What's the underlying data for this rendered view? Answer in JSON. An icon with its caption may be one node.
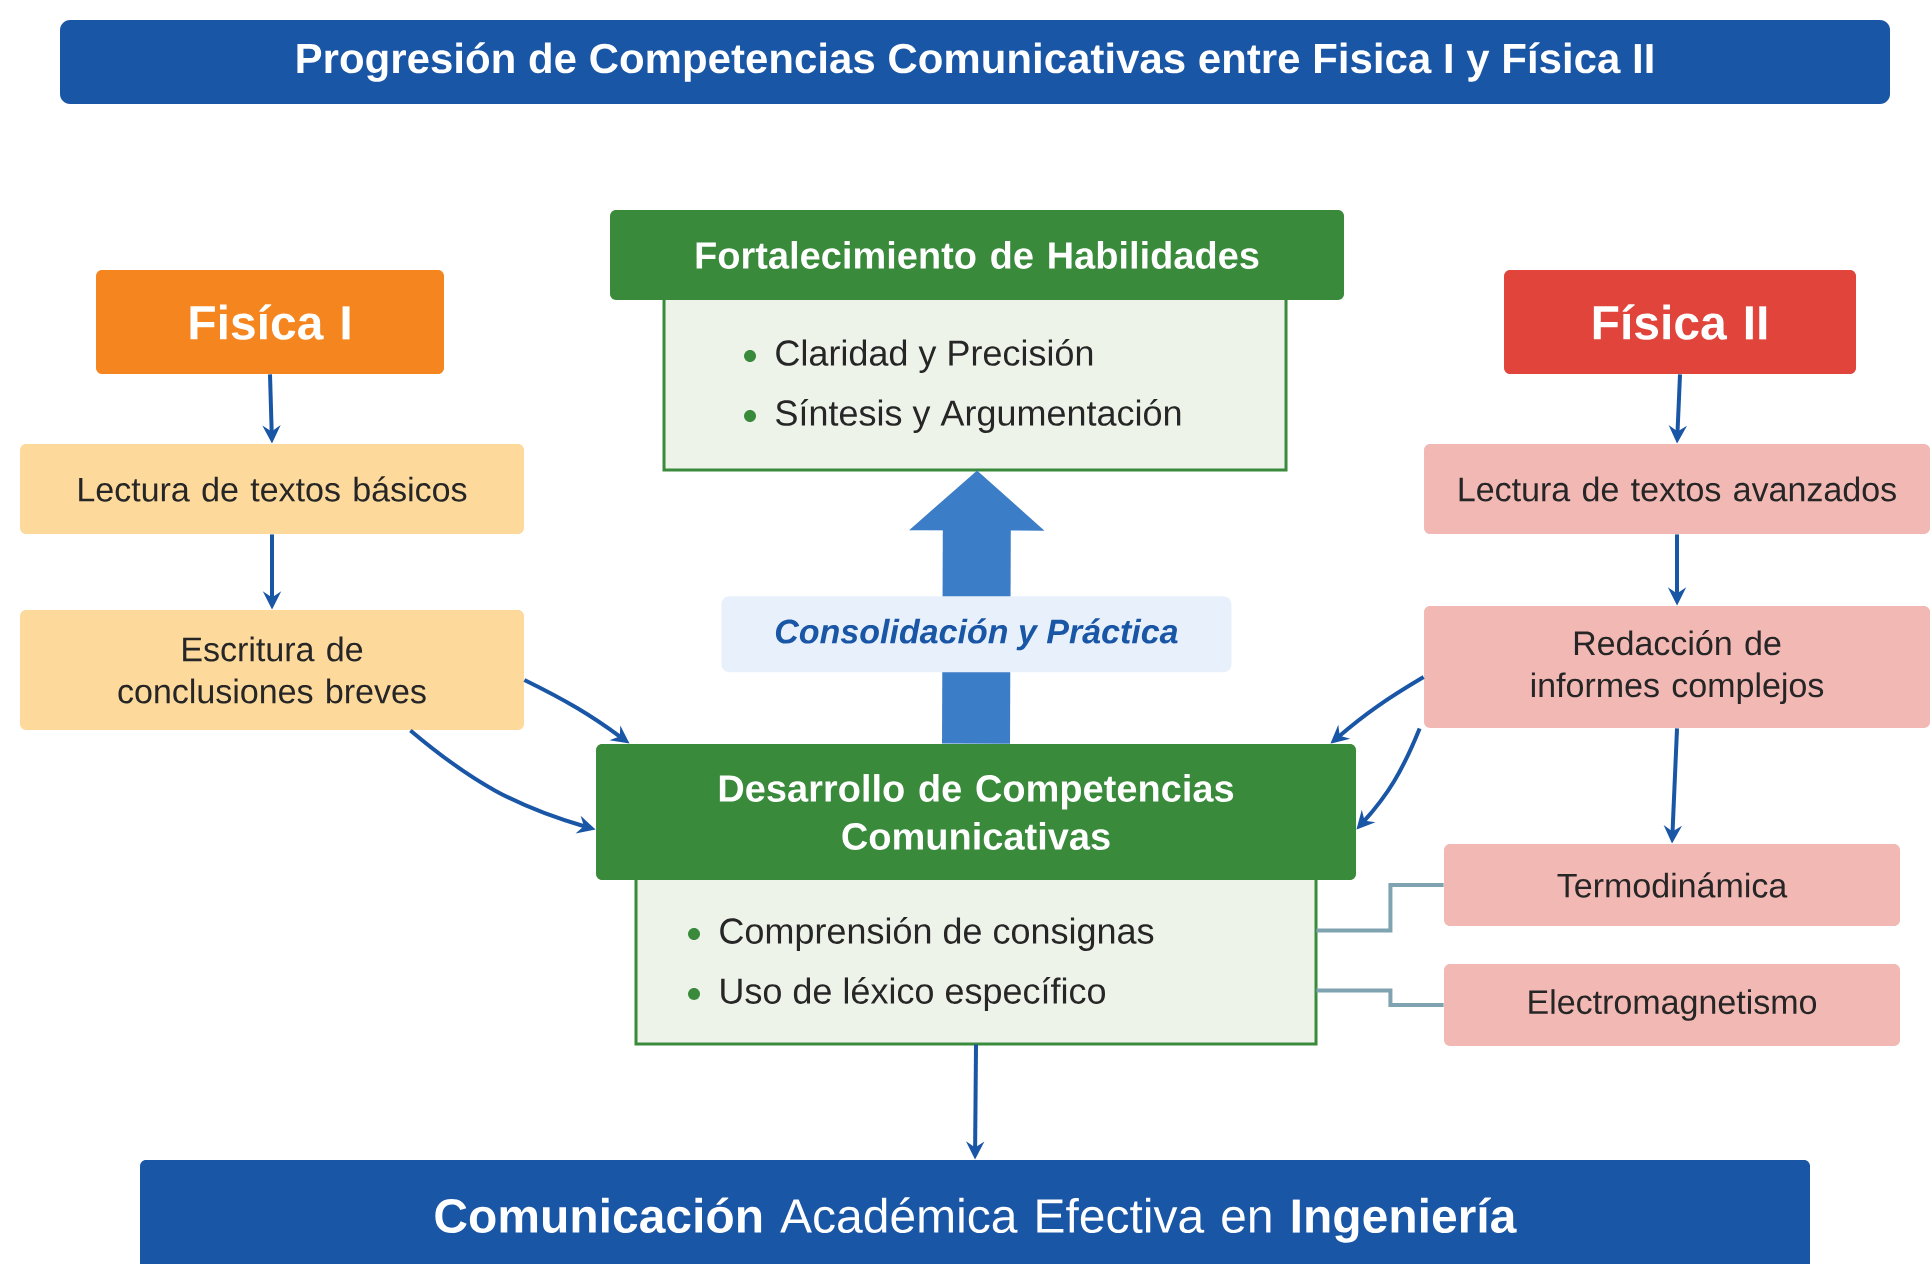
{
  "diagram": {
    "title": "Progresión de Competencias Comunicativas entre Fisica I y Física II",
    "nodes": [
      {
        "text": [
          "Fisíca I"
        ]
      },
      {
        "text": [
          "Lectura de textos básicos"
        ]
      },
      {
        "text": [
          "Escritura de conclusiones breves"
        ]
      },
      {
        "text": [
          "Fortalecimiento de Habilidades",
          "Claridad y Precisión",
          "Síntesis y Argumentación"
        ]
      },
      {
        "text": [
          "Física II"
        ]
      },
      {
        "text": [
          "Lectura de textos avanzados"
        ]
      },
      {
        "text": [
          "Redacción de informes complejos"
        ]
      },
      {
        "text": [
          "Desarrollo de Competencias Comunicativas",
          "Comprensión de consignas",
          "Uso de léxico específico"
        ]
      },
      {
        "text": [
          "Termodinámica"
        ]
      },
      {
        "text": [
          "Electromagnetismo"
        ]
      },
      {
        "text": [
          "**Comunicación** Académica Efectiva en **Ingeniería**"
        ]
      }
    ],
    "edges": [
      {
        "from": 0,
        "to": 1,
        "arrow": "to"
      },
      {
        "from": 1,
        "to": 2,
        "arrow": "to"
      },
      {
        "from": 2,
        "to": 7,
        "arrow": "to"
      },
      {
        "from": 2,
        "to": 7,
        "arrow": "to"
      },
      {
        "from": 4,
        "to": 5,
        "arrow": "to"
      },
      {
        "from": 5,
        "to": 6,
        "arrow": "to"
      },
      {
        "from": 6,
        "to": 7,
        "arrow": "to"
      },
      {
        "from": 6,
        "to": 7,
        "arrow": "to"
      },
      {
        "from": 6,
        "to": 8,
        "arrow": "to"
      },
      {
        "from": 7,
        "to": 8,
        "arrow": "none",
        "color": "#7fa3b0"
      },
      {
        "from": 7,
        "to": 9,
        "arrow": "none",
        "color": "#7fa3b0"
      },
      {
        "from": 7,
        "to": 3,
        "arrow": "to",
        "style": "thick",
        "label": "Consolidación y Práctica"
      },
      {
        "from": 7,
        "to": 10,
        "arrow": "to"
      }
    ]
  }
}
